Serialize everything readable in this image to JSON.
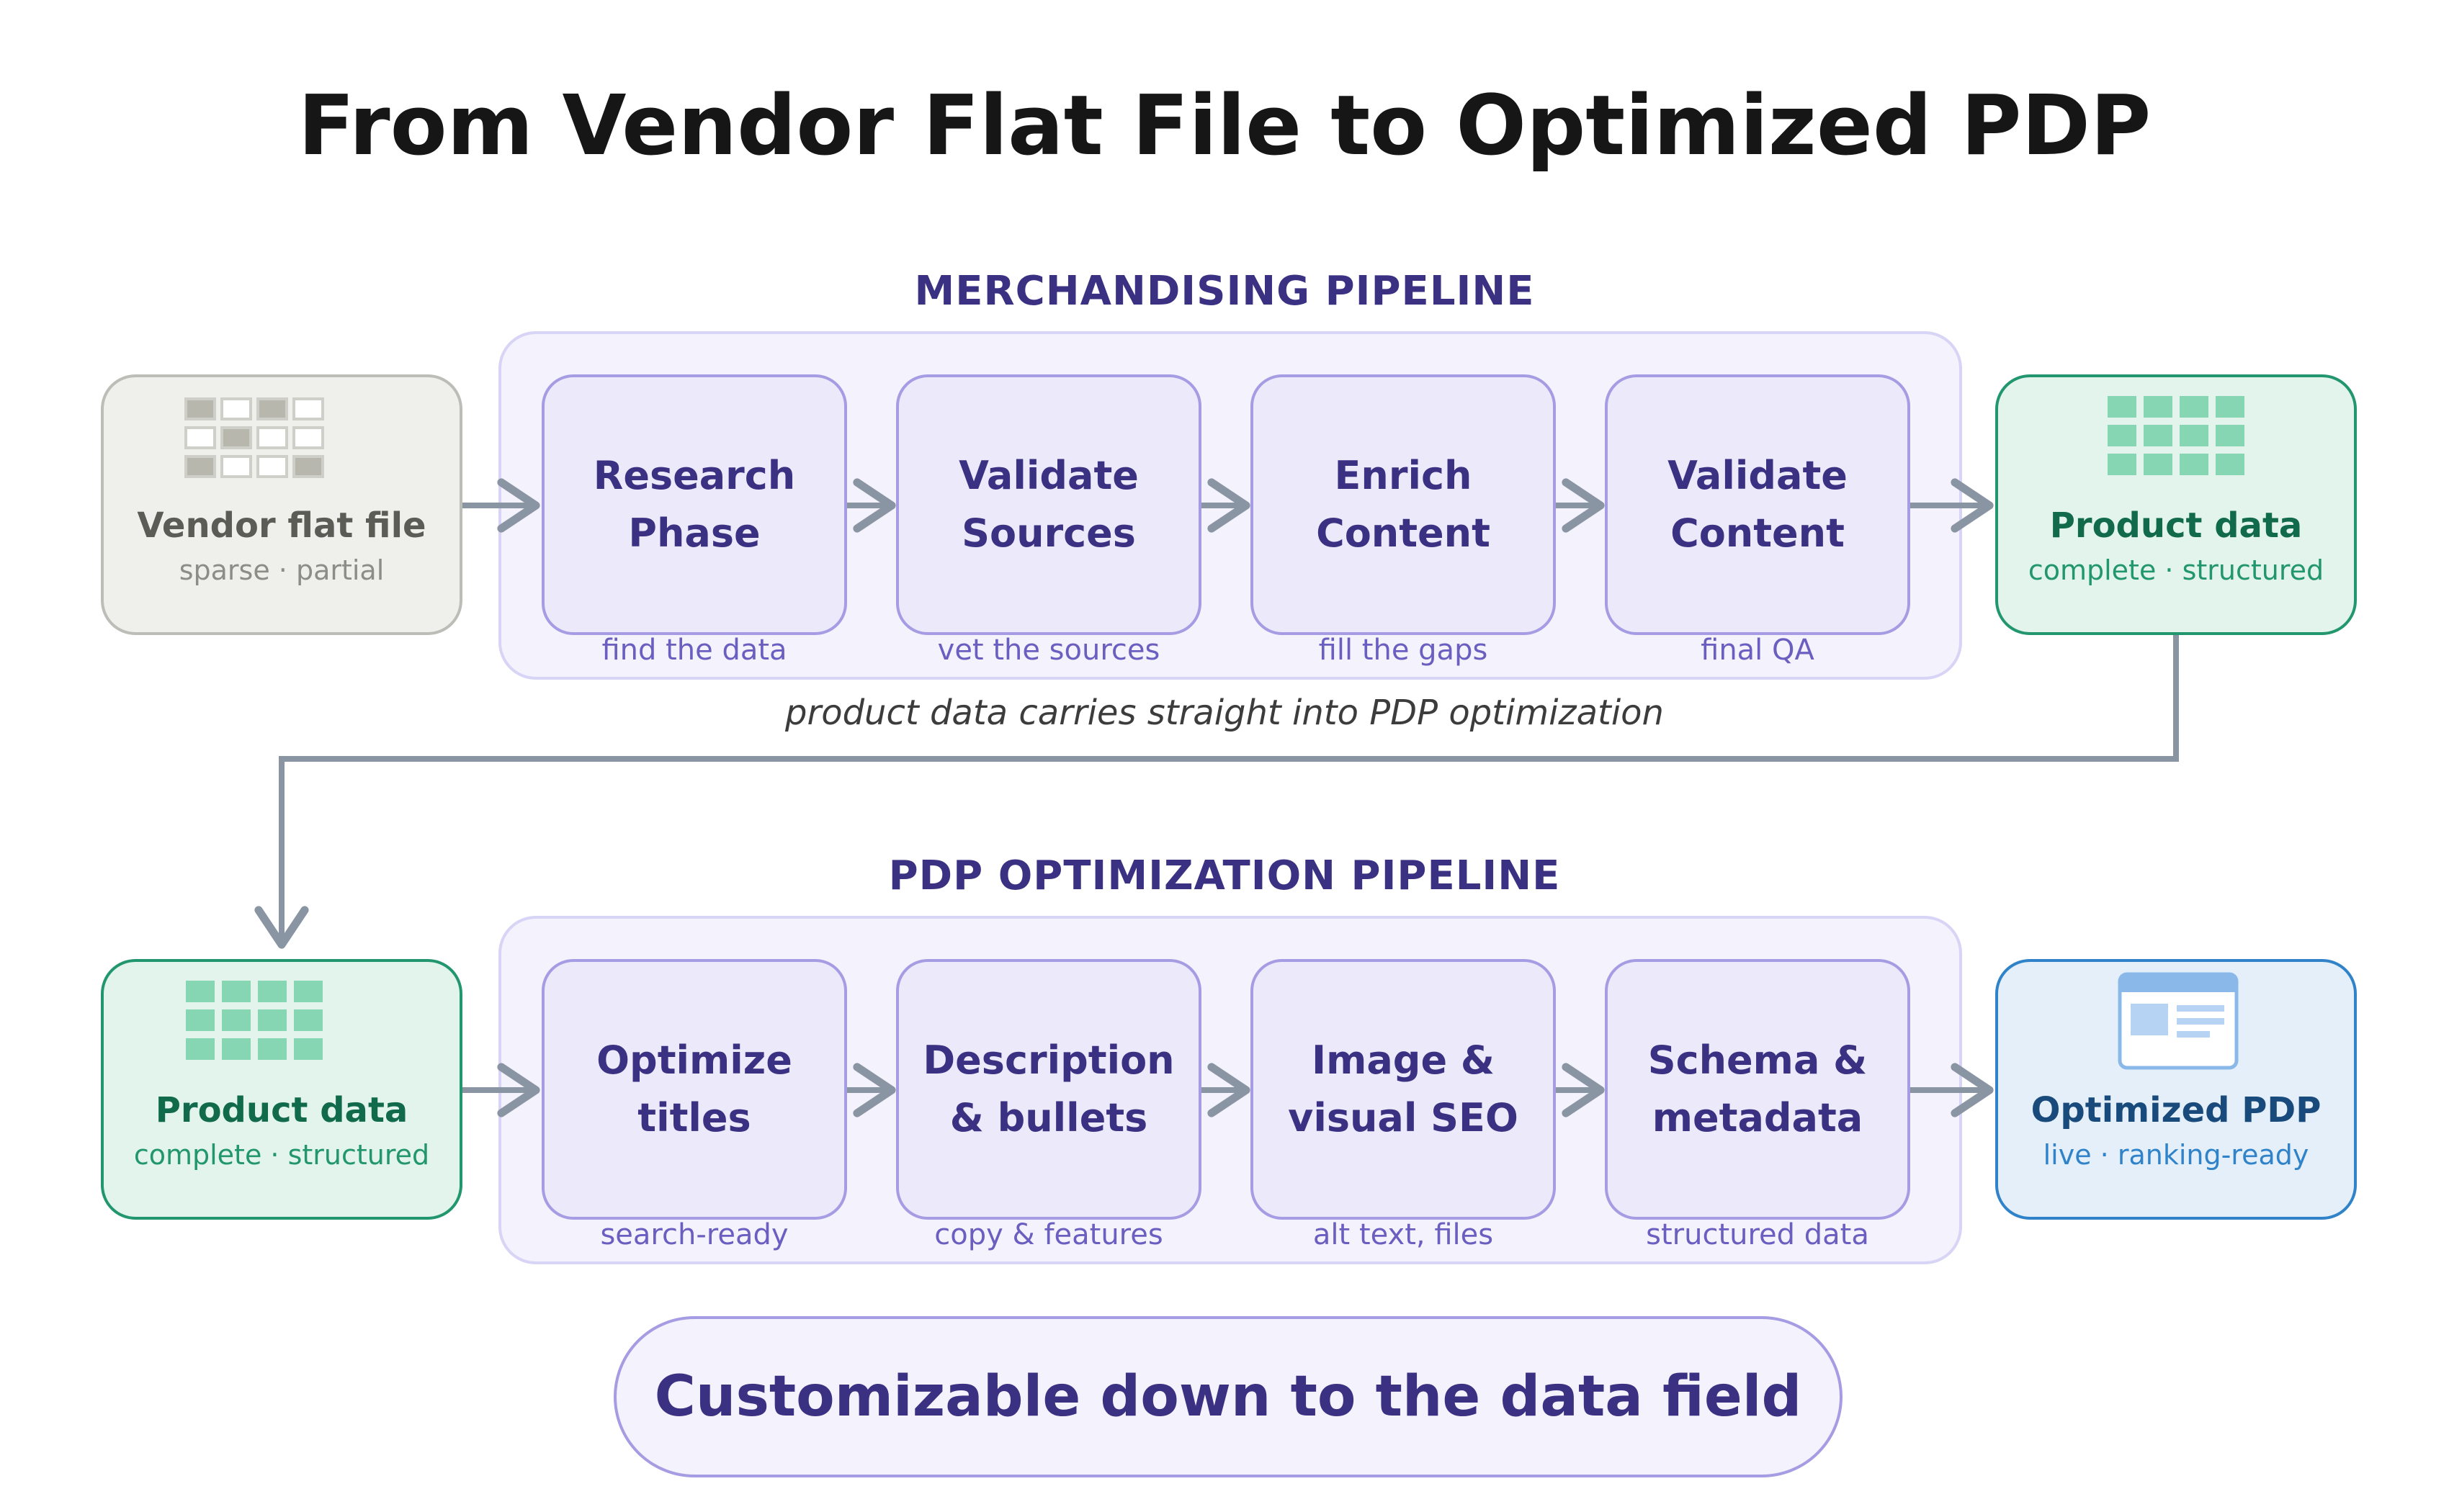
{
  "title": "From Vendor Flat File to Optimized PDP",
  "colors": {
    "stage_fill": "#ebe9fa",
    "stage_border": "#a59ce3",
    "stage_text": "#3a3183",
    "connector": "#8a95a3",
    "vendor_gray": "#bdbdb7",
    "product_green": "#22966e",
    "pdp_blue": "#3083c8"
  },
  "merchandising": {
    "label": "MERCHANDISING PIPELINE",
    "input": {
      "title": "Vendor flat file",
      "subtitle": "sparse · partial",
      "icon": "sparse-grid-icon"
    },
    "stages": [
      {
        "line1": "Research",
        "line2": "Phase",
        "caption": "find the data"
      },
      {
        "line1": "Validate",
        "line2": "Sources",
        "caption": "vet the sources"
      },
      {
        "line1": "Enrich",
        "line2": "Content",
        "caption": "fill the gaps"
      },
      {
        "line1": "Validate",
        "line2": "Content",
        "caption": "final QA"
      }
    ],
    "output": {
      "title": "Product data",
      "subtitle": "complete · structured",
      "icon": "complete-grid-icon"
    }
  },
  "handoff_note": "product data carries straight into PDP optimization",
  "pdp": {
    "label": "PDP OPTIMIZATION PIPELINE",
    "input": {
      "title": "Product data",
      "subtitle": "complete · structured",
      "icon": "complete-grid-icon"
    },
    "stages": [
      {
        "line1": "Optimize",
        "line2": "titles",
        "caption": "search-ready"
      },
      {
        "line1": "Description",
        "line2": "& bullets",
        "caption": "copy & features"
      },
      {
        "line1": "Image &",
        "line2": "visual SEO",
        "caption": "alt text, files"
      },
      {
        "line1": "Schema &",
        "line2": "metadata",
        "caption": "structured data"
      }
    ],
    "output": {
      "title": "Optimized PDP",
      "subtitle": "live · ranking-ready",
      "icon": "web-page-icon"
    }
  },
  "tagline": "Customizable down to the data field"
}
